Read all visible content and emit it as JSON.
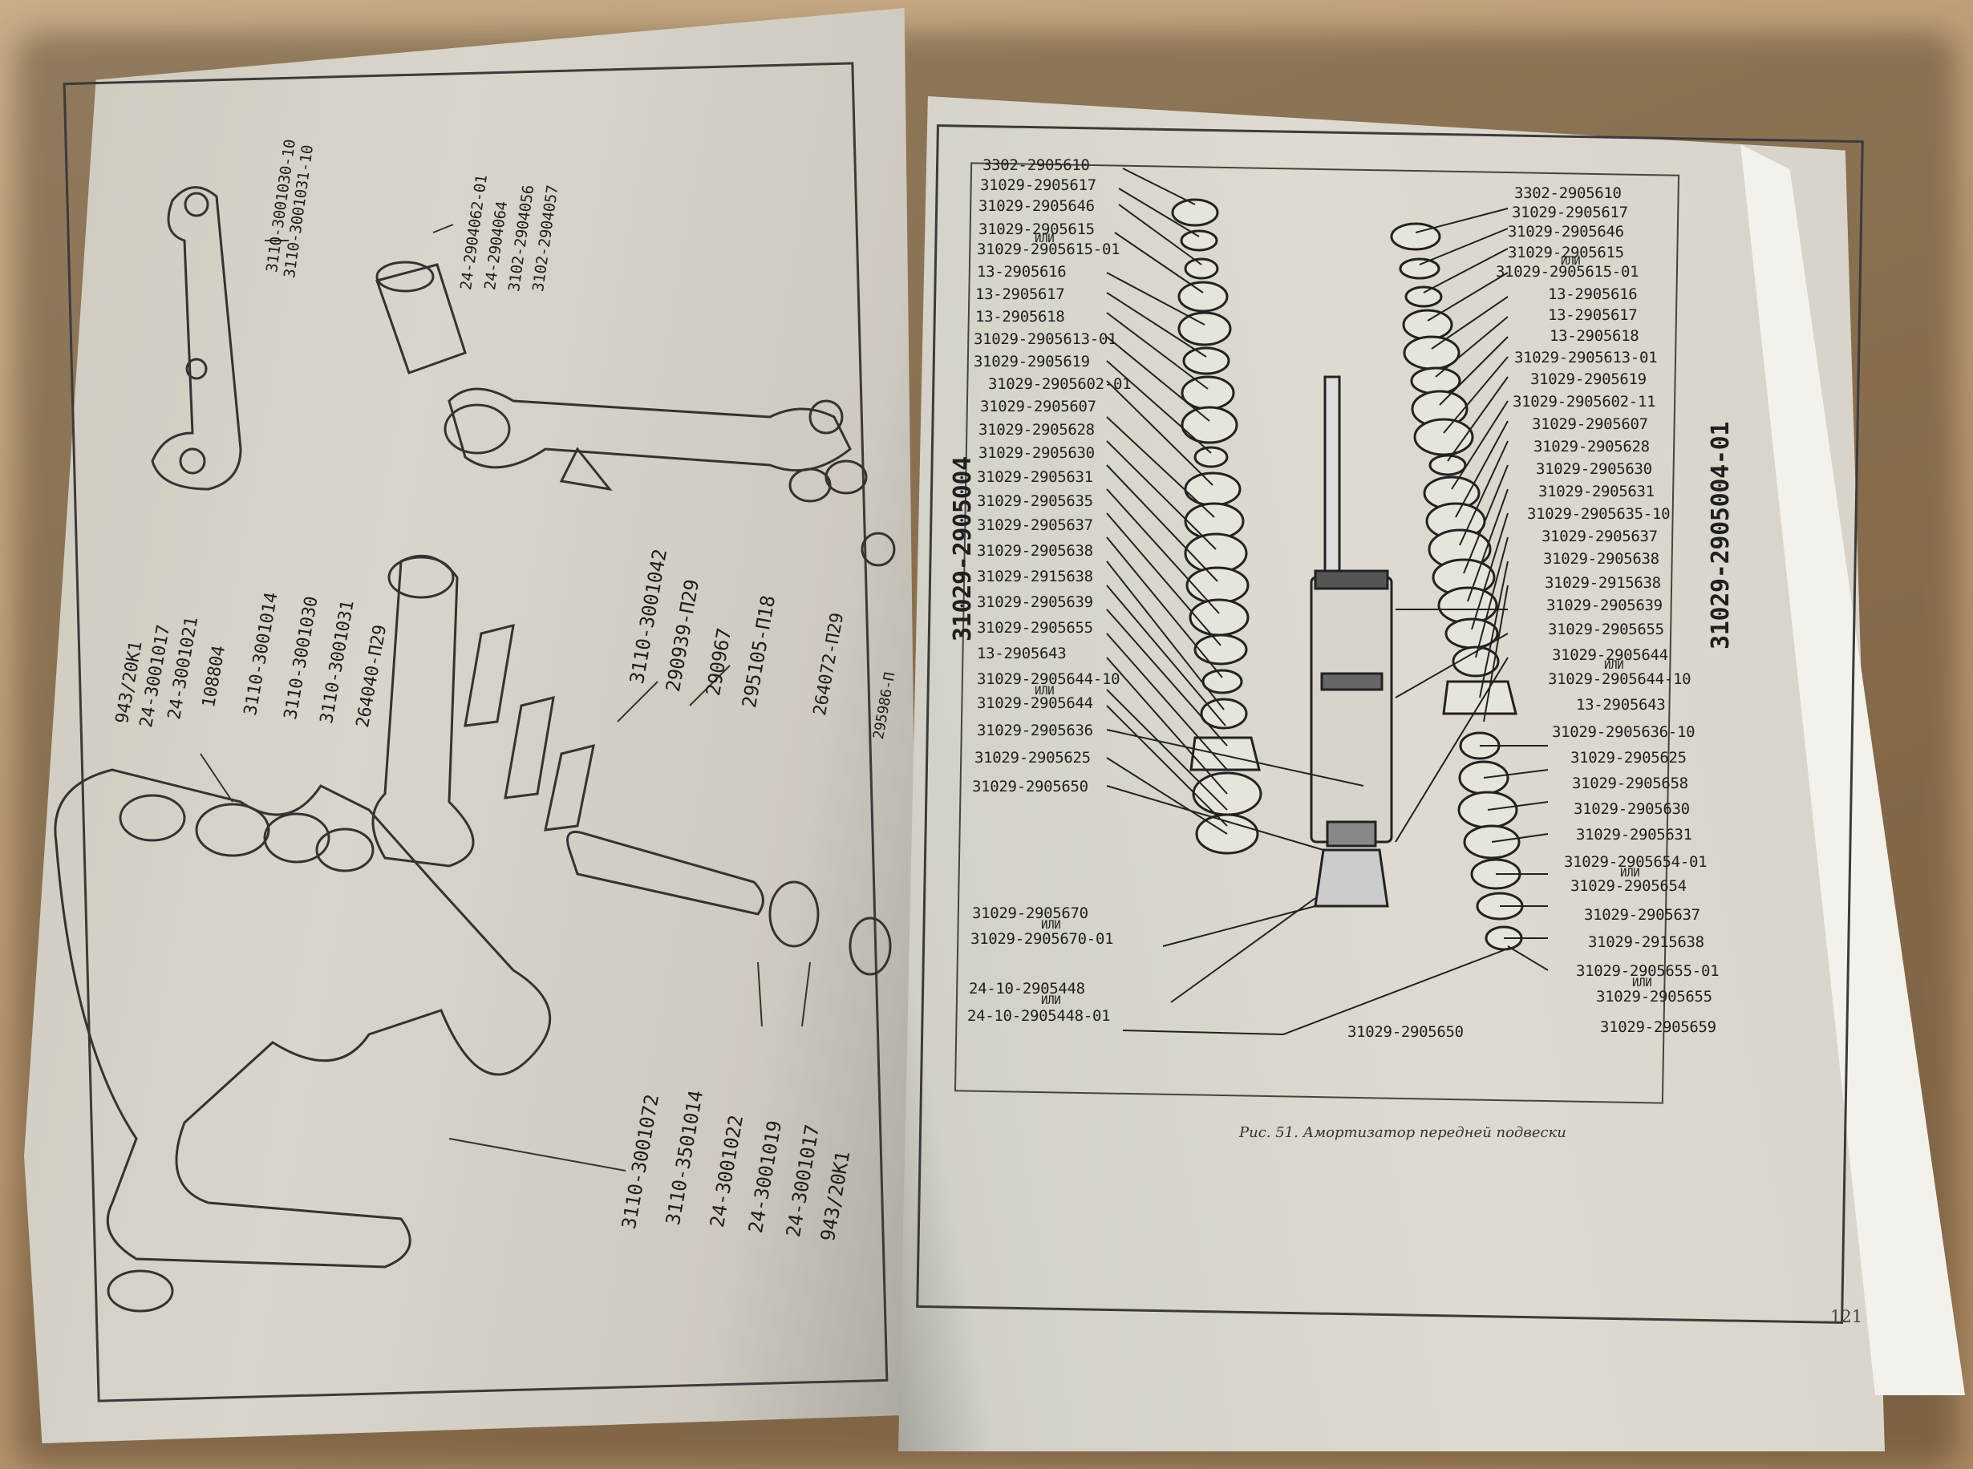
{
  "right_page": {
    "left_labels": [
      "3302-2905610",
      "31029-2905617",
      "31029-2905646",
      "31029-2905615",
      "ИЛИ",
      "31029-2905615-01",
      "13-2905616",
      "13-2905617",
      "13-2905618",
      "31029-2905613-01",
      "31029-2905619",
      "31029-2905602-01",
      "31029-2905607",
      "31029-2905628",
      "31029-2905630",
      "31029-2905631",
      "31029-2905635",
      "31029-2905637",
      "31029-2905638",
      "31029-2915638",
      "31029-2905639",
      "31029-2905655",
      "13-2905643",
      "31029-2905644-10",
      "ИЛИ",
      "31029-2905644",
      "31029-2905636",
      "31029-2905625",
      "31029-2905650"
    ],
    "bottom_left_labels": [
      "31029-2905670",
      "ИЛИ",
      "31029-2905670-01",
      "24-10-2905448",
      "ИЛИ",
      "24-10-2905448-01"
    ],
    "bottom_center_label": "31029-2905650",
    "right_labels": [
      "3302-2905610",
      "31029-2905617",
      "31029-2905646",
      "31029-2905615",
      "ИЛИ",
      "31029-2905615-01",
      "13-2905616",
      "13-2905617",
      "13-2905618",
      "31029-2905613-01",
      "31029-2905619",
      "31029-2905602-11",
      "31029-2905607",
      "31029-2905628",
      "31029-2905630",
      "31029-2905631",
      "31029-2905635-10",
      "31029-2905637",
      "31029-2905638",
      "31029-2915638",
      "31029-2905639",
      "31029-2905655",
      "31029-2905644",
      "ИЛИ",
      "31029-2905644-10",
      "13-2905643",
      "31029-2905636-10",
      "31029-2905625",
      "31029-2905658",
      "31029-2905630",
      "31029-2905631",
      "31029-2905654-01",
      "ИЛИ",
      "31029-2905654",
      "31029-2905637",
      "31029-2915638",
      "31029-2905655-01",
      "ИЛИ",
      "31029-2905655",
      "31029-2905659"
    ],
    "assembly_left": "31029-2905004",
    "assembly_right": "31029-2905004-01",
    "caption": "Рис. 51. Амортизатор передней подвески",
    "page_number": "121"
  },
  "left_page": {
    "top_labels": [
      "3110-3001030-10",
      "3110-3001031-10",
      "24-2904062-01",
      "24-2904064",
      "3102-2904056",
      "3102-2904057"
    ],
    "mid_labels": [
      "943/20К1",
      "24-3001017",
      "24-3001021",
      "108804",
      "3110-3001014",
      "3110-3001030",
      "3110-3001031",
      "264040-П29",
      "3110-3001042",
      "290939-П29",
      "290967",
      "295105-П18",
      "264072-П29",
      "295986-П"
    ],
    "bottom_labels": [
      "3110-3001072",
      "3110-3501014",
      "24-3001022",
      "24-3001019",
      "24-3001017",
      "943/20К1"
    ]
  },
  "colors": {
    "ink": "#1f1f1f",
    "paper": "#dad6cc",
    "desk": "#b8966e"
  }
}
